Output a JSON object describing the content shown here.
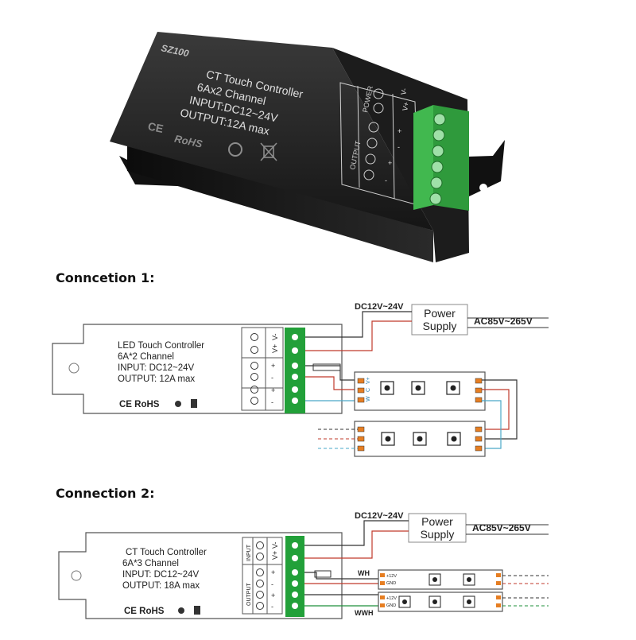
{
  "photo": {
    "brand": "SZ100",
    "lines": [
      "CT Touch Controller",
      "6Ax2 Channel",
      "INPUT:DC12~24V",
      "OUTPUT:12A max"
    ],
    "marks": {
      "ce": "CE",
      "rohs": "RoHS"
    },
    "power_label": "POWER",
    "output_label": "OUTPUT",
    "terminal_signs": [
      "V+",
      "V-",
      "+",
      "-",
      "+",
      "-"
    ]
  },
  "connection1": {
    "title": "Conncetion 1:",
    "controller_lines": [
      "LED Touch Controller",
      "6A*2 Channel",
      "INPUT: DC12~24V",
      "OUTPUT: 12A max"
    ],
    "marks": "CE RoHS",
    "dc_label": "DC12V~24V",
    "power_supply": [
      "Power",
      "Supply"
    ],
    "ac_label": "AC85V~265V",
    "terminal_signs": [
      "V+",
      "V-",
      "+",
      "-",
      "+",
      "-"
    ],
    "strip_pins": [
      "W",
      "C",
      "V+"
    ]
  },
  "connection2": {
    "title": "Connection 2:",
    "controller_lines": [
      "CT Touch Controller",
      "6A*3 Channel",
      "INPUT: DC12~24V",
      "OUTPUT: 18A max"
    ],
    "marks": "CE RoHS",
    "dc_label": "DC12V~24V",
    "power_supply": [
      "Power",
      "Supply"
    ],
    "ac_label": "AC85V~265V",
    "input_label": "INPUT",
    "output_label": "OUTPUT",
    "terminal_signs": [
      "V+",
      "V-",
      "+",
      "-",
      "+",
      "-"
    ],
    "wire_labels": [
      "WH",
      "WWH"
    ],
    "strip_pins": [
      "+12V",
      "GND"
    ]
  }
}
